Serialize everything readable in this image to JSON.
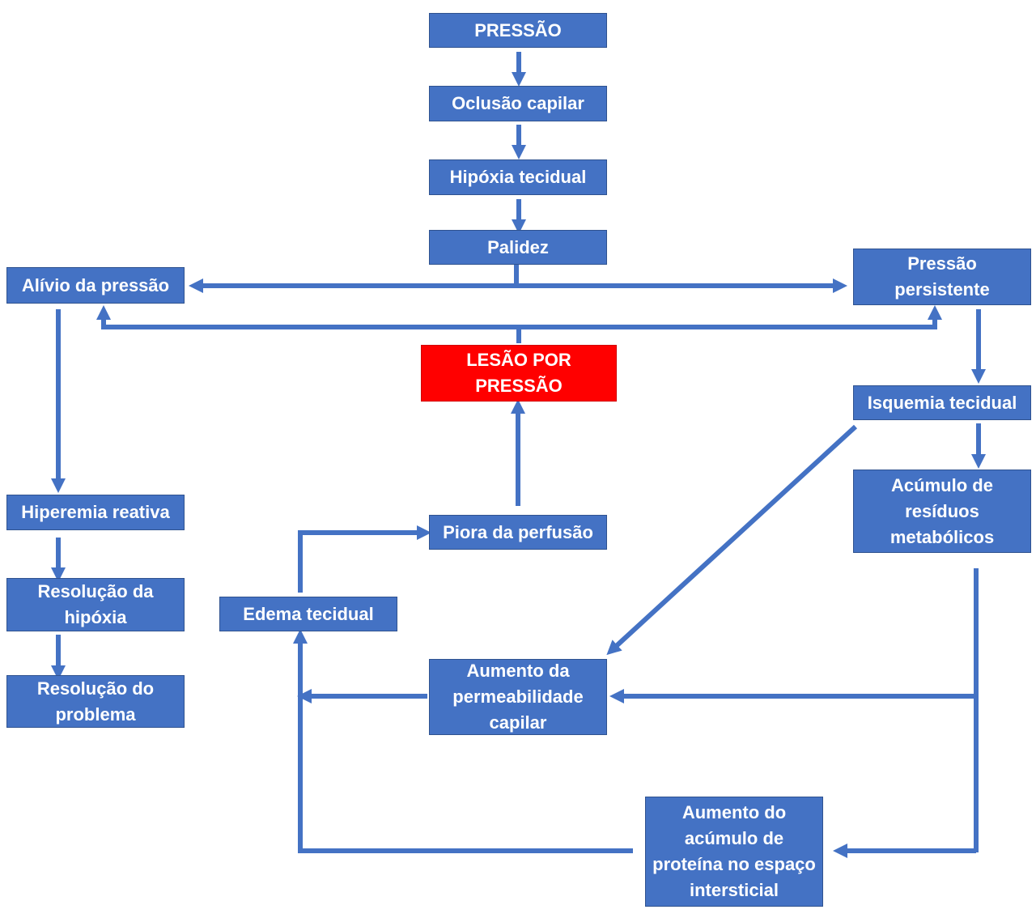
{
  "colors": {
    "box": "#4472C4",
    "box_border": "#2F528F",
    "arrow": "#4472C4",
    "highlight": "#FF0000",
    "text": "#FFFFFF"
  },
  "nodes": {
    "pressao": "PRESSÃO",
    "oclusao": "Oclusão capilar",
    "hipoxia": "Hipóxia tecidual",
    "palidez": "Palidez",
    "alivio": "Alívio da pressão",
    "persistente": "Pressão persistente",
    "lesao": "LESÃO POR PRESSÃO",
    "isquemia": "Isquemia tecidual",
    "hiperemia": "Hiperemia reativa",
    "piora": "Piora da perfusão",
    "residuos": "Acúmulo de resíduos metabólicos",
    "resolucao_hipoxia": "Resolução da hipóxia",
    "edema": "Edema tecidual",
    "resolucao_problema": "Resolução do problema",
    "permeabilidade": "Aumento da permeabilidade capilar",
    "proteina": "Aumento do acúmulo de proteína no espaço intersticial"
  }
}
